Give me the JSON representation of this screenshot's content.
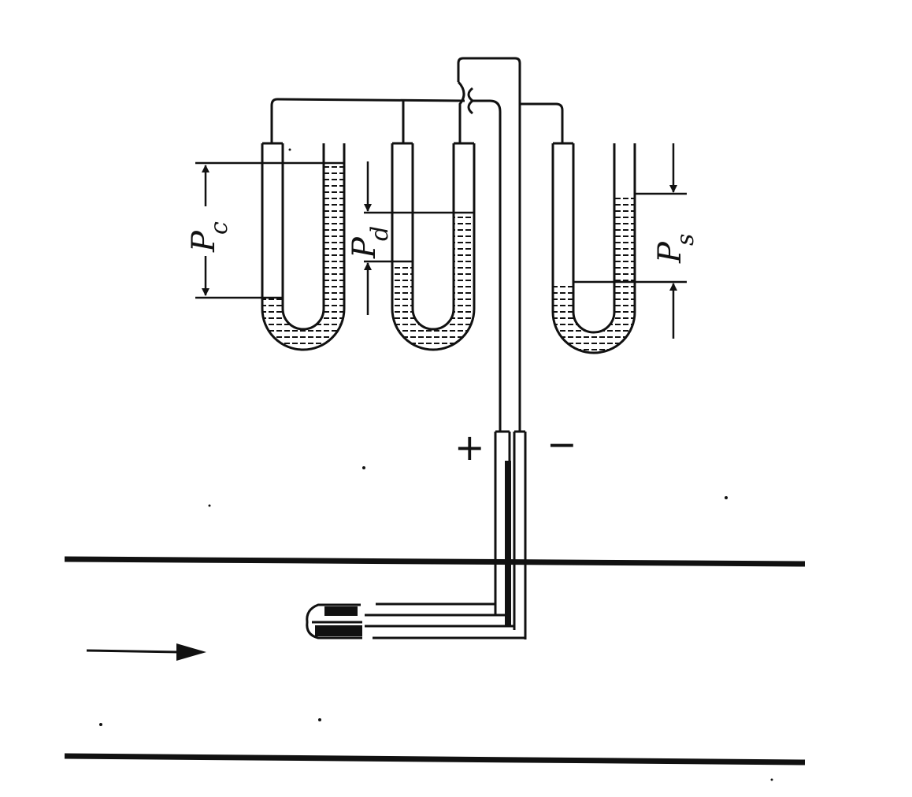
{
  "labels": {
    "pc_main": "P",
    "pc_sub": "c",
    "pd_main": "P",
    "pd_sub": "d",
    "ps_main": "P",
    "ps_sub": "s",
    "plus": "+",
    "minus": "−"
  },
  "colors": {
    "ink": "#111111",
    "background": "#ffffff"
  }
}
